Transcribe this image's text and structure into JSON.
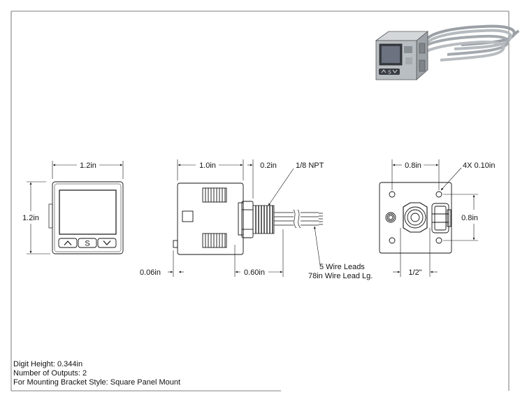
{
  "dimensions": {
    "front_width": "1.2in",
    "front_height": "1.2in",
    "side_depth": "1.0in",
    "port_length": "0.2in",
    "thread": "1/8 NPT",
    "connector_offset": "0.06in",
    "lead_length": "0.60in",
    "wire_leads": "5 Wire Leads",
    "wire_lead_length": "78in Wire Lead Lg.",
    "back_hole_spacing": "0.8in",
    "back_holes": "4X 0.10in",
    "back_vertical_spacing": "0.8in",
    "back_port": "1/2\""
  },
  "keypad": {
    "up_symbol": "^",
    "set_symbol": "S",
    "down_symbol": "v"
  },
  "notes": [
    "Digit Height: 0.344in",
    "Number of Outputs: 2",
    "For Mounting Bracket Style: Square Panel Mount"
  ]
}
